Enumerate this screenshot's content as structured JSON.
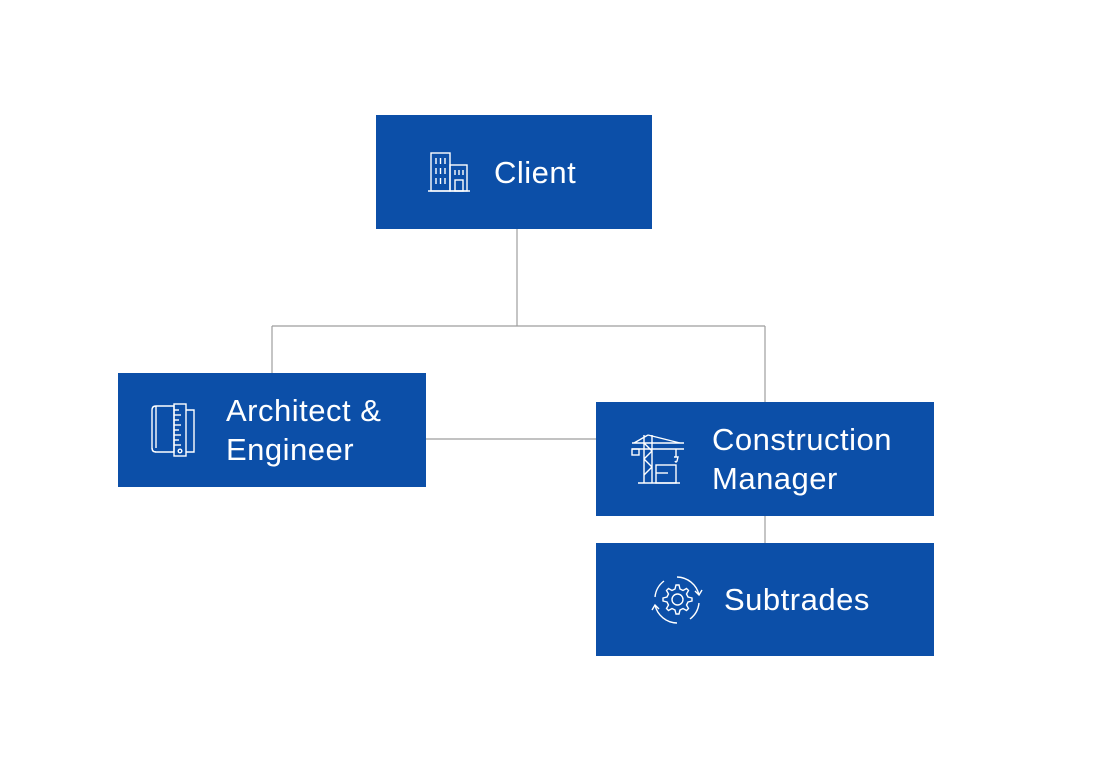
{
  "colors": {
    "box_fill": "#0c4fa8",
    "box_text": "#ffffff",
    "connector": "#9e9e9e",
    "background": "#ffffff"
  },
  "nodes": {
    "client": {
      "icon": "office-building-icon",
      "label_lines": [
        "Client"
      ]
    },
    "architect": {
      "icon": "blueprint-ruler-icon",
      "label_lines": [
        "Architect &",
        "Engineer"
      ]
    },
    "construction_manager": {
      "icon": "tower-crane-icon",
      "label_lines": [
        "Construction",
        "Manager"
      ]
    },
    "subtrades": {
      "icon": "gear-cycle-icon",
      "label_lines": [
        "Subtrades"
      ]
    }
  },
  "edges": [
    {
      "from": "client",
      "to": "architect"
    },
    {
      "from": "client",
      "to": "construction_manager"
    },
    {
      "from": "architect",
      "to": "construction_manager"
    },
    {
      "from": "construction_manager",
      "to": "subtrades"
    }
  ]
}
